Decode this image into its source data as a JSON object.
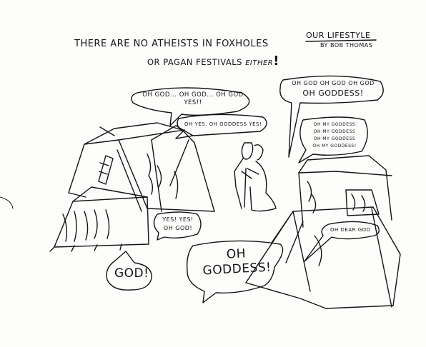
{
  "header": {
    "caption_line1": "THERE ARE NO ATHEISTS IN FOXHOLES",
    "caption_line2_main": "OR PAGAN FESTIVALS",
    "caption_line2_tail": "EITHER",
    "caption_line2_end": "!",
    "strip_title": "OUR LIFESTYLE",
    "byline": "BY BOB THOMAS"
  },
  "bubbles": {
    "top_left": {
      "line1": "OH GOD... OH GOD... OH GOD",
      "line2": "YES!!"
    },
    "tent_top": {
      "text": "OH YES. OH GODDESS YES!"
    },
    "top_right": {
      "line1": "OH GOD OH GOD OH GOD",
      "line2": "OH GODDESS!"
    },
    "right_stack": {
      "lines": [
        "OH MY GODDESS",
        "OH MY GODDESS",
        "OH MY GODDESS",
        "OH MY GODDESS!"
      ]
    },
    "middle_left": {
      "line1": "YES! YES!",
      "line2": "OH GOD!"
    },
    "god": {
      "text": "GOD!"
    },
    "goddess": {
      "line1": "OH",
      "line2": "GODDESS!"
    },
    "dear_god": {
      "text": "OH DEAR GOD"
    }
  },
  "colors": {
    "ink": "#141414",
    "paper": "#fdfdfc"
  }
}
